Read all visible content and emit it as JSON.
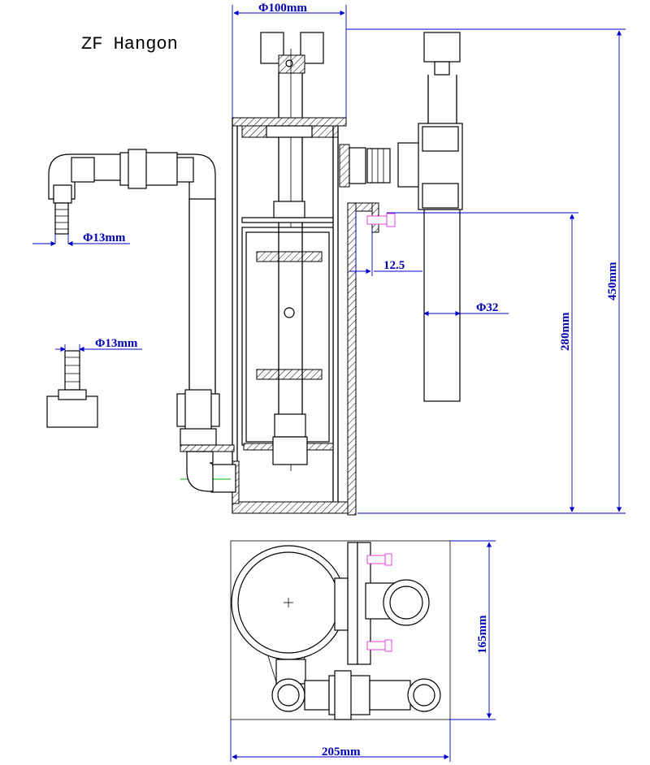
{
  "title": "ZF Hangon",
  "dimensions": {
    "top_diameter": "Φ100mm",
    "outlet_diameter": "Φ13mm",
    "inlet_diameter": "Φ13mm",
    "offset": "12.5",
    "pipe_diameter": "Φ32",
    "height_280": "280mm",
    "height_450": "450mm",
    "depth_165": "165mm",
    "width_205": "205mm"
  },
  "colors": {
    "drawing_line": "#000000",
    "dimension": "#0000b0",
    "bolt": "#e040e0",
    "centerline": "#00b000"
  }
}
